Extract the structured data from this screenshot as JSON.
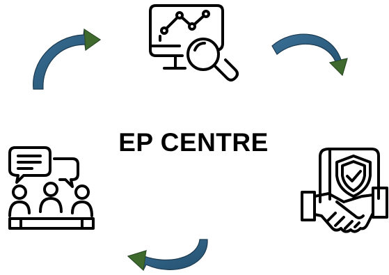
{
  "diagram": {
    "title": "EP CENTRE",
    "icons": [
      {
        "name": "analytics-search-icon",
        "position": "top"
      },
      {
        "name": "security-handshake-icon",
        "position": "right"
      },
      {
        "name": "team-meeting-icon",
        "position": "left"
      }
    ],
    "arrows": [
      "top-left",
      "top-right",
      "bottom"
    ],
    "colors": {
      "arrow_fill": "#2c5c7a",
      "arrow_head": "#3f6a2e",
      "icon_stroke": "#000000",
      "text": "#000000"
    }
  }
}
